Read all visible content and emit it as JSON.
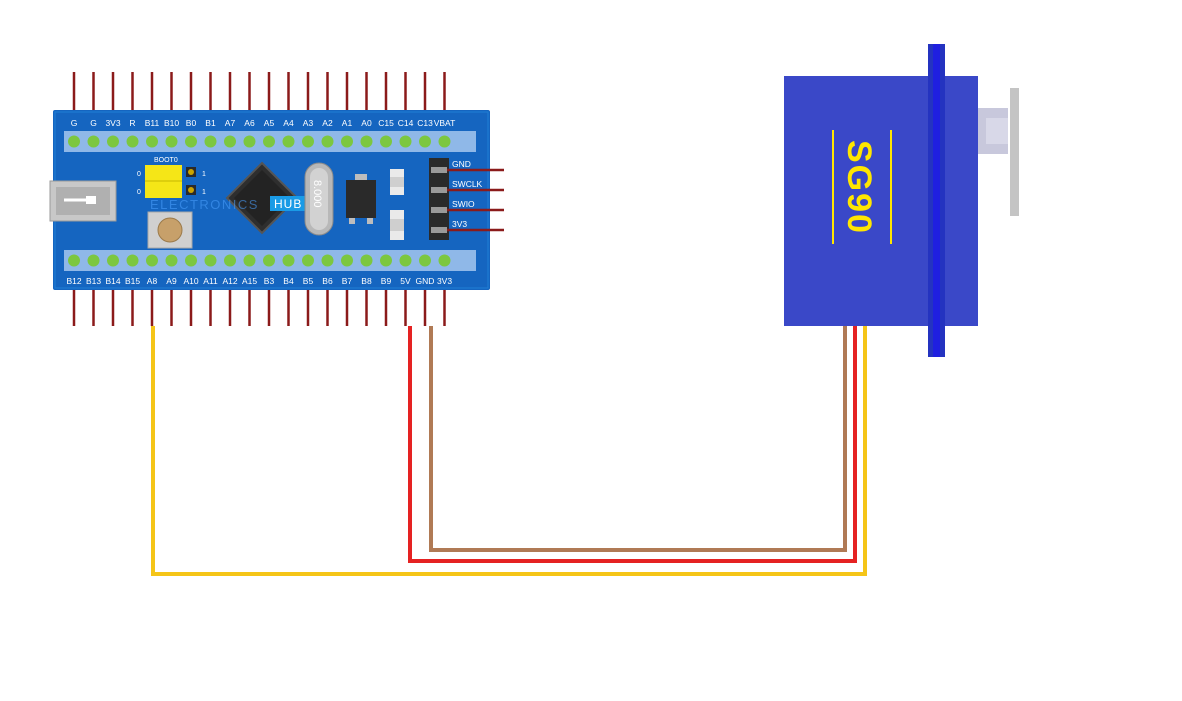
{
  "board": {
    "top_pins": [
      "G",
      "G",
      "3V3",
      "R",
      "B11",
      "B10",
      "B0",
      "B1",
      "A7",
      "A6",
      "A5",
      "A4",
      "A3",
      "A2",
      "A1",
      "A0",
      "C15",
      "C14",
      "C13",
      "VBAT"
    ],
    "bottom_pins": [
      "B12",
      "B13",
      "B14",
      "B15",
      "A8",
      "A9",
      "A10",
      "A11",
      "A12",
      "A15",
      "B3",
      "B4",
      "B5",
      "B6",
      "B7",
      "B8",
      "B9",
      "5V",
      "GND",
      "3V3"
    ],
    "boot_label": "BOOT0",
    "boot_0": "0",
    "boot_1": "1",
    "boot_0b": "0",
    "boot_1b": "1",
    "watermark_left": "ELECTRONICS",
    "watermark_right": "HUB",
    "crystal_label": "8.000",
    "header_pins": [
      "GND",
      "SWCLK",
      "SWIO",
      "3V3"
    ],
    "color": "#1565c0"
  },
  "servo": {
    "label": "SG90",
    "color": "#3a48c8",
    "label_color": "#ffe600"
  },
  "wires": [
    {
      "from": "A8",
      "to": "signal",
      "color": "#f5c518"
    },
    {
      "from": "5V",
      "to": "vcc",
      "color": "#e52222"
    },
    {
      "from": "GND",
      "to": "ground",
      "color": "#b07a55"
    }
  ]
}
